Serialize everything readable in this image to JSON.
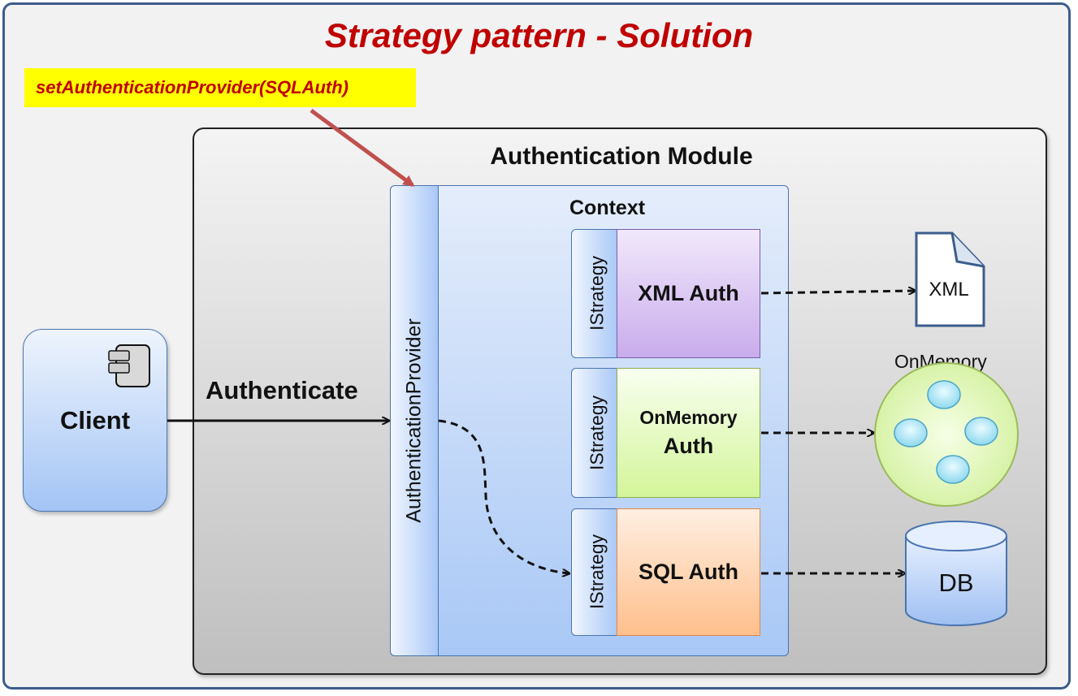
{
  "title": "Strategy pattern - Solution",
  "callout": "setAuthenticationProvider(SQLAuth)",
  "module_title": "Authentication Module",
  "context_label": "Context",
  "provider_label": "AuthenticationProvider",
  "client_label": "Client",
  "authenticate_label": "Authenticate",
  "strategies": [
    {
      "interface": "IStrategy",
      "impl_line1": "XML Auth",
      "impl_line2": ""
    },
    {
      "interface": "IStrategy",
      "impl_line1": "OnMemory",
      "impl_line2": "Auth"
    },
    {
      "interface": "IStrategy",
      "impl_line1": "SQL Auth",
      "impl_line2": ""
    }
  ],
  "stores": {
    "xml": "XML",
    "memory": "OnMemory",
    "db": "DB"
  },
  "colors": {
    "title": "#c00000",
    "callout_bg": "#ffff00",
    "highlight_arrow": "#c0504d",
    "frame_border": "#3b5d8c"
  }
}
